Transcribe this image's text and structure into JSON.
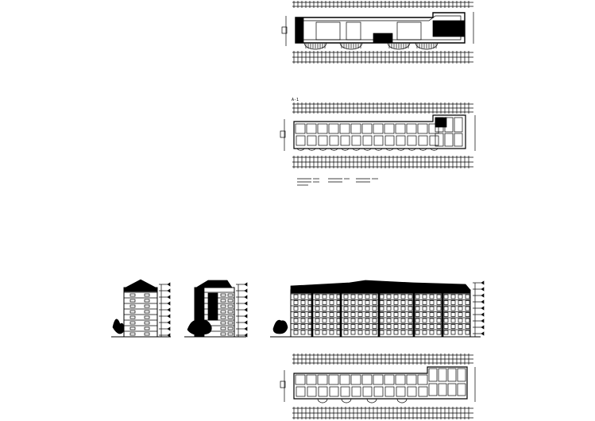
{
  "drawing": {
    "sheet_label": "A-1",
    "notes": [
      "",
      "",
      ""
    ],
    "elevation_level_marks": [
      "",
      "",
      "",
      "",
      "",
      "",
      "",
      "",
      ""
    ],
    "colors": {
      "line": "#000000",
      "background": "#ffffff"
    },
    "panels": [
      {
        "name": "roof-plan",
        "kind": "plan"
      },
      {
        "name": "typical-floor-plan",
        "kind": "plan"
      },
      {
        "name": "side-elevation-left",
        "kind": "elevation"
      },
      {
        "name": "side-elevation-right",
        "kind": "elevation"
      },
      {
        "name": "front-elevation",
        "kind": "elevation"
      },
      {
        "name": "ground-floor-plan",
        "kind": "plan"
      }
    ]
  }
}
